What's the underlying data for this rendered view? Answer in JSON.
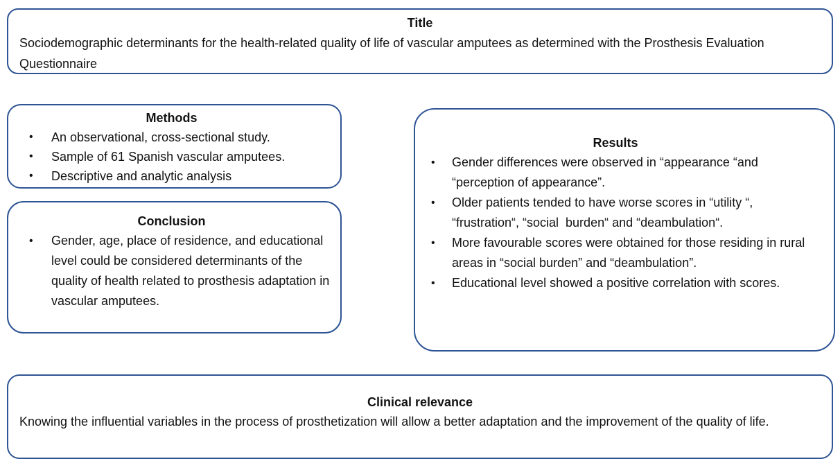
{
  "style": {
    "border_color": "#2e5494",
    "background_color": "#ffffff",
    "text_color": "#121212"
  },
  "title": {
    "heading": "Title",
    "body": "Sociodemographic determinants for the health-related quality of life of vascular amputees as determined with the Prosthesis Evaluation Questionnaire"
  },
  "methods": {
    "heading": "Methods",
    "bullets": [
      "An observational, cross-sectional study.",
      "Sample of 61 Spanish vascular amputees.",
      "Descriptive and analytic analysis"
    ]
  },
  "conclusion": {
    "heading": "Conclusion",
    "bullets": [
      "Gender, age, place of residence, and educational level could be considered determinants of the quality of health related to prosthesis adaptation in vascular amputees."
    ]
  },
  "results": {
    "heading": "Results",
    "bullets": [
      "Gender differences were observed in “appearance “and “perception of appearance”.",
      "Older patients tended to have worse scores in “utility “, “frustration“, “social  burden“ and “deambulation“.",
      "More favourable scores were obtained for those residing in rural  areas in “social burden” and “deambulation”.",
      "Educational level showed a positive correlation with scores."
    ]
  },
  "clinical_relevance": {
    "heading": "Clinical relevance",
    "body": "Knowing the influential variables in the process of prosthetization will allow a better adaptation and the improvement of the quality of life."
  }
}
